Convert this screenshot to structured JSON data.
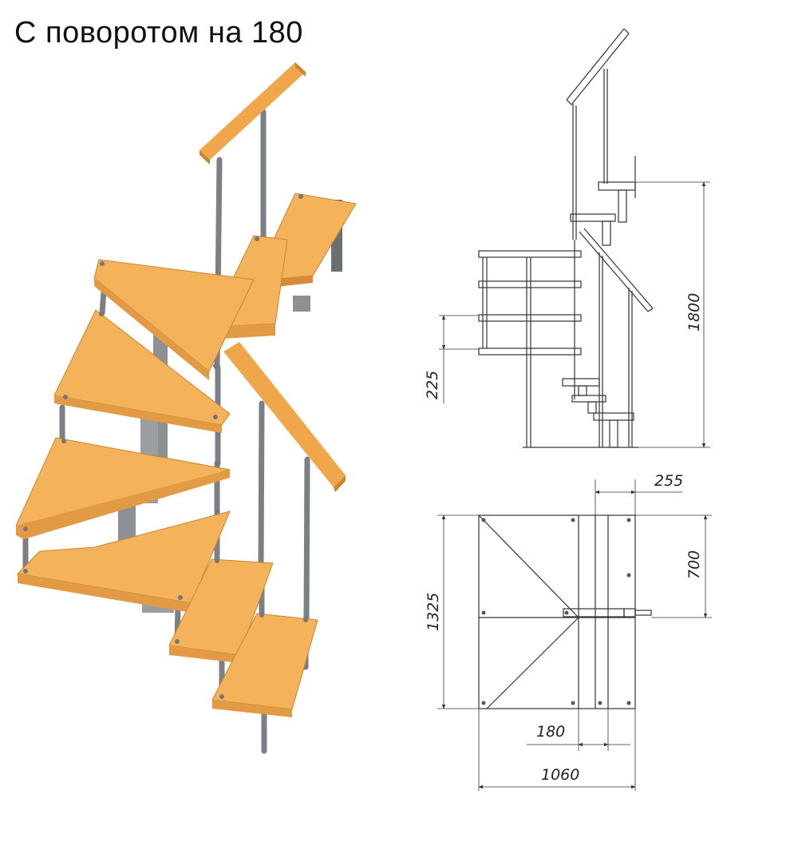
{
  "title": "С поворотом на 180",
  "colors": {
    "wood": "#f4b25a",
    "wood_edge": "#c98532",
    "wood_side": "#e79b3c",
    "metal": "#8a8e94",
    "metal_dark": "#55595e",
    "line": "#333333"
  },
  "dimensions": {
    "side_riser": "225",
    "side_height": "1800",
    "plan_offset": "255",
    "plan_landing": "700",
    "plan_depth": "1325",
    "plan_step": "180",
    "plan_width": "1060"
  }
}
